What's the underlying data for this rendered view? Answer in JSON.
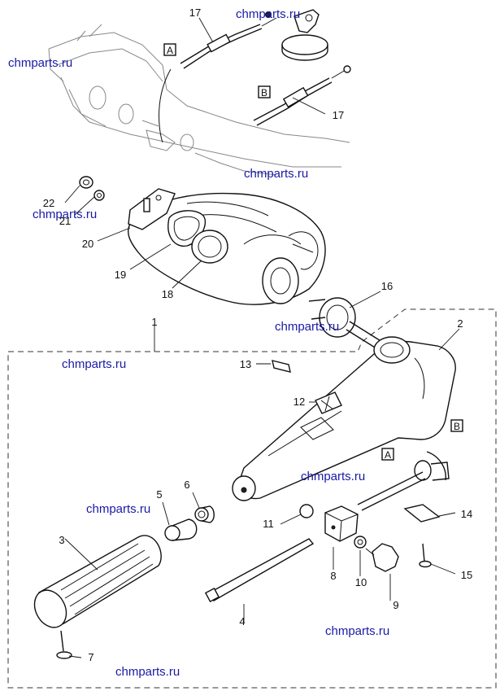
{
  "diagram": {
    "callouts": {
      "n1": "1",
      "n2": "2",
      "n3": "3",
      "n4": "4",
      "n5": "5",
      "n6": "6",
      "n7": "7",
      "n8": "8",
      "n9": "9",
      "n10": "10",
      "n11": "11",
      "n12": "12",
      "n13": "13",
      "n14": "14",
      "n15": "15",
      "n16": "16",
      "n17a": "17",
      "n17b": "17",
      "n18": "18",
      "n19": "19",
      "n20": "20",
      "n21": "21",
      "n22": "22"
    },
    "ref_boxes": {
      "a_top": "A",
      "b_top": "B",
      "a_lower": "A",
      "b_lower": "B"
    },
    "watermark": "chmparts.ru"
  }
}
